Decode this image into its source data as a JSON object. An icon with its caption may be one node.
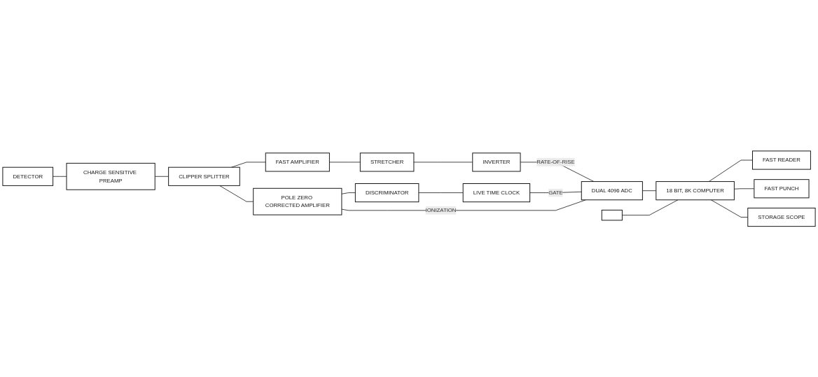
{
  "diagram": {
    "nodes": [
      {
        "text": [
          "DETECTOR"
        ]
      },
      {
        "text": [
          "CHARGE SENSITIVE PREAMP"
        ]
      },
      {
        "text": [
          "CLIPPER SPLITTER"
        ]
      },
      {
        "text": [
          "FAST AMPLIFIER"
        ]
      },
      {
        "text": [
          "STRETCHER"
        ]
      },
      {
        "text": [
          "INVERTER"
        ]
      },
      {
        "text": [
          "DISCRIMINATOR"
        ]
      },
      {
        "text": [
          "LIVE TIME CLOCK"
        ]
      },
      {
        "text": [
          "POLE ZERO CORRECTED AMPLIFIER"
        ]
      },
      {
        "text": [
          "DUAL 4096 ADC"
        ]
      },
      {
        "text": [],
        "shape": "box"
      },
      {
        "text": [
          "18 BIT, 8K COMPUTER"
        ]
      },
      {
        "text": [
          "FAST READER"
        ]
      },
      {
        "text": [
          "FAST PUNCH"
        ]
      },
      {
        "text": [
          "STORAGE SCOPE"
        ]
      }
    ],
    "edges": [
      {
        "from": 0,
        "to": 1,
        "arrow": "none"
      },
      {
        "from": 1,
        "to": 2,
        "arrow": "none"
      },
      {
        "from": 2,
        "to": 3,
        "arrow": "none"
      },
      {
        "from": 3,
        "to": 4,
        "arrow": "none"
      },
      {
        "from": 4,
        "to": 5,
        "arrow": "none"
      },
      {
        "from": 5,
        "to": 9,
        "arrow": "none",
        "label": "RATE-OF-RISE"
      },
      {
        "from": 2,
        "to": 8,
        "arrow": "none"
      },
      {
        "from": 8,
        "to": 6,
        "arrow": "none"
      },
      {
        "from": 6,
        "to": 7,
        "arrow": "none"
      },
      {
        "from": 7,
        "to": 9,
        "arrow": "none",
        "label": "GATE"
      },
      {
        "from": 8,
        "to": 9,
        "arrow": "none",
        "label": "IONIZATION"
      },
      {
        "from": 9,
        "to": 11,
        "arrow": "none"
      },
      {
        "from": 10,
        "to": 11,
        "arrow": "none"
      },
      {
        "from": 11,
        "to": 12,
        "arrow": "none"
      },
      {
        "from": 11,
        "to": 13,
        "arrow": "none"
      },
      {
        "from": 11,
        "to": 14,
        "arrow": "none"
      }
    ]
  }
}
